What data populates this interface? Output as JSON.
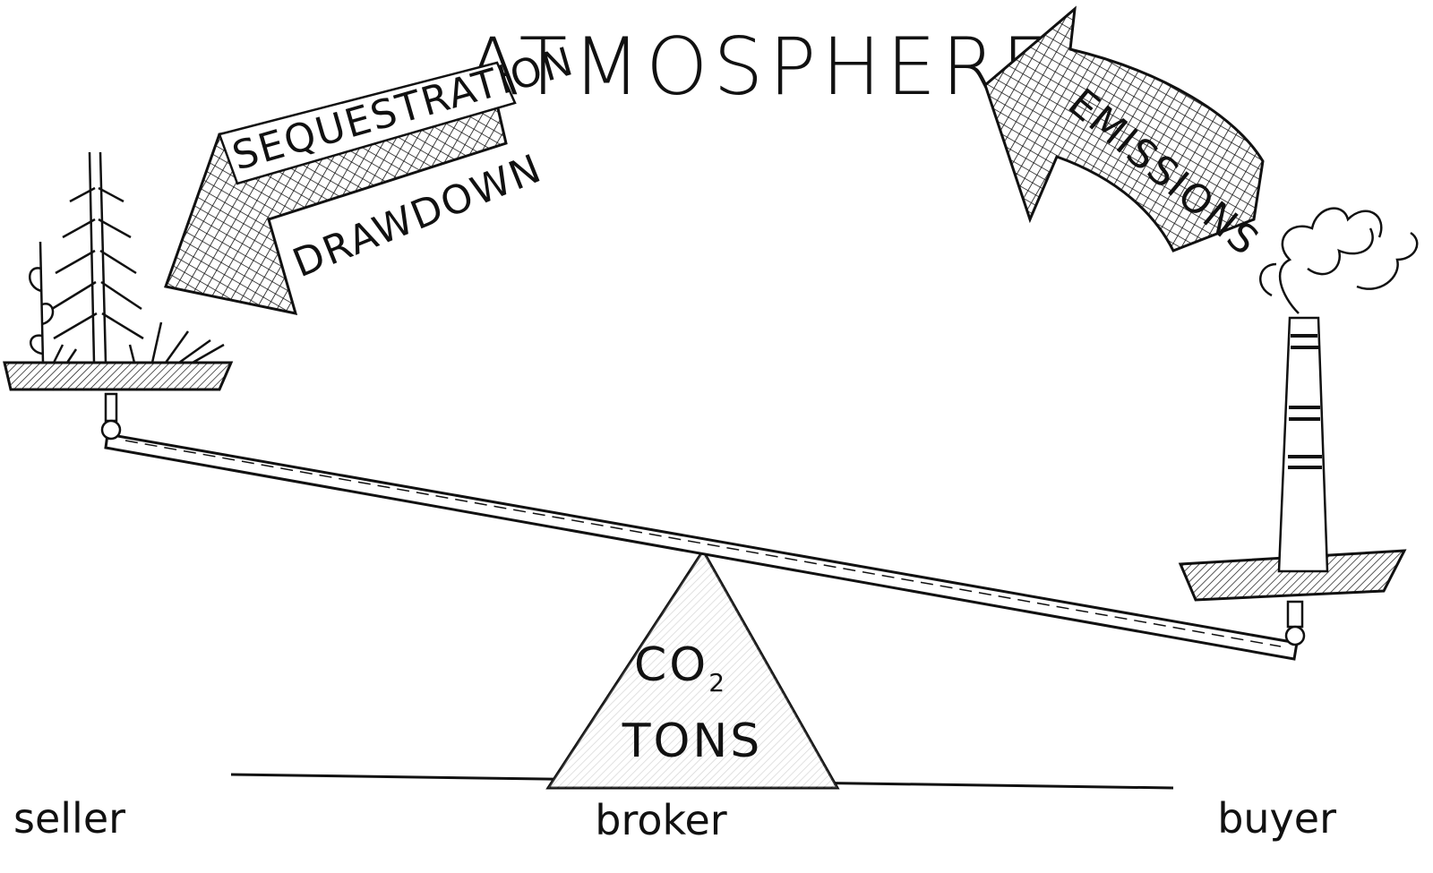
{
  "diagram": {
    "title": "ATMOSPHERE",
    "left_arrow": {
      "upper_label": "SEQUESTRATION",
      "lower_label": "DRAWDOWN"
    },
    "right_arrow": {
      "label": "EMISSIONS"
    },
    "fulcrum": {
      "line1_main": "CO",
      "line1_sub": "2",
      "line2": "TONS"
    },
    "roles": {
      "left": "seller",
      "center": "broker",
      "right": "buyer"
    }
  }
}
